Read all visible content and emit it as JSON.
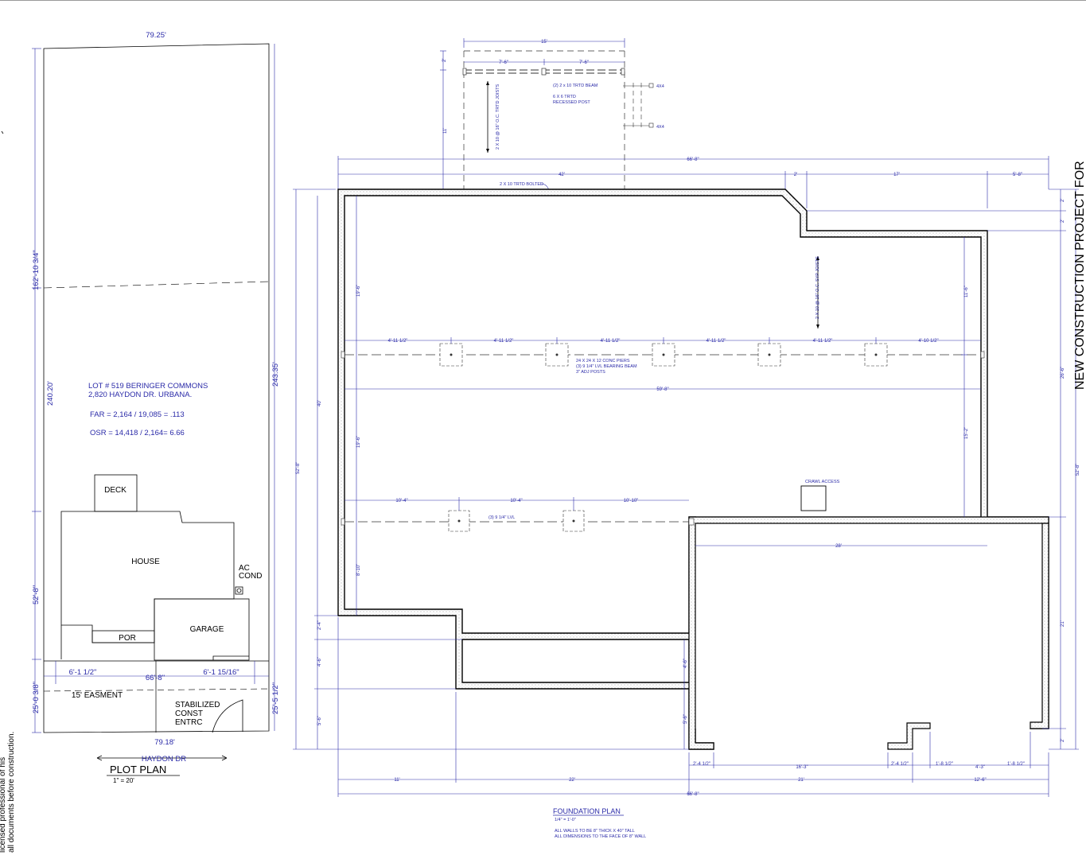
{
  "plot_plan": {
    "top_width": "79.25'",
    "left_depth": "162'-10 3/4\"",
    "left_setback": "240.20'",
    "right_depth": "243.35'",
    "house_depth": "52'-8\"",
    "front_setback_left": "25'-0 3/8\"",
    "front_setback_right": "25'-5 1/2\"",
    "side_left": "6'-1 1/2\"",
    "house_width": "66'-8\"",
    "side_right": "6'-1 15/16\"",
    "easement": "15' EASMENT",
    "bottom_width": "79.18'",
    "street": "HAYDON DR",
    "title": "PLOT PLAN",
    "scale": "1\" = 20'",
    "lot_line1": "LOT # 519 BERINGER COMMONS",
    "lot_line2": "2,820 HAYDON DR. URBANA.",
    "far": "FAR = 2,164 / 19,085 = .113",
    "osr": "OSR =   14,418 / 2,164= 6.66",
    "deck": "DECK",
    "house": "HOUSE",
    "ac1": "AC",
    "ac2": "COND",
    "garage": "GARAGE",
    "por": "POR",
    "stab1": "STABILIZED",
    "stab2": "CONST",
    "stab3": "ENTRC"
  },
  "foundation": {
    "deck_width": "15'",
    "deck_half_left": "7'-6\"",
    "deck_half_right": "7'-6\"",
    "deck_depth": "11'",
    "deck_offset": "2'",
    "beam_note": "(2) 2 x 10 TRTD BEAM",
    "post_note1": "6 X 6 TRTD",
    "post_note2": "RECESSED POST",
    "post_4x4_top": "4X4",
    "post_4x4_bot": "4X4",
    "joist_note_deck": "2 X 10 @ 16\" O.C. TRTD JOISTS",
    "bolted_note": "2 X 10 TRTD BOLTED",
    "overall_width": "66'-8\"",
    "dim_42": "42'",
    "dim_2": "2'",
    "dim_17": "17'",
    "dim_5_8": "5'-8\"",
    "joist_note_main": "2 X 10 @ 16\" O.C. SYP JOISTS",
    "pier_spacing": [
      "4'-11 1/2\"",
      "4'-11 1/2\"",
      "4'-11 1/2\"",
      "4'-11 1/2\"",
      "4'-11 1/2\"",
      "4'-10 1/2\""
    ],
    "pier_note1": "24 X 24 X 12 CONC PIERS",
    "pier_note2": "(3) 9 1/4\" LVL BEARING BEAM",
    "pier_note3": "3\" ADJ POSTS",
    "dim_59_8": "59'-8\"",
    "dim_19_6_top": "19'-6\"",
    "dim_19_6_mid": "19'-6\"",
    "dim_8_10": "8'-10\"",
    "dim_40": "40'",
    "dim_52_8_left": "52'-8\"",
    "dim_11_6": "11'-6\"",
    "dim_15_2": "15'-2\"",
    "dim_26_6": "26'-6\"",
    "dim_52_8_right": "52'-8\"",
    "dim_2a": "2'",
    "dim_2b": "2'",
    "dim_2c": "2'",
    "crawl": "CRAWL ACCESS",
    "lower_spacing": [
      "10'-4\"",
      "10'-4\"",
      "10'-10\""
    ],
    "lvl_note": "(3) 9 1/4\" LVL",
    "dim_28": "28'",
    "dim_21_right": "21'",
    "dim_2_4": "2'-4\"",
    "dim_4_6": "4'-6\"",
    "dim_4_6b": "4'-6\"",
    "dim_5_6": "5'-6\"",
    "dim_5_6b": "5'-6\"",
    "bottom_row1": [
      "2'-4 1/2\"",
      "16'-3\"",
      "2'-4 1/2\"",
      "1'-8 1/2\"",
      "4'-3\"",
      "1'-8 1/2\""
    ],
    "bottom_11": "11'",
    "bottom_22": "22'",
    "bottom_21": "21'",
    "bottom_12_6": "12'-6\"",
    "bottom_overall": "66'-8\"",
    "title": "FOUNDATION PLAN",
    "scale": "1/4\" = 1'-0\"",
    "note1": "ALL WALLS TO BE 8\" THICK X 40\" TALL",
    "note2": "ALL DIMENSIONS TO THE FACE OF 8\" WALL"
  },
  "side_text": {
    "project": "NEW CONSTRUCTION PROJECT FOR",
    "disclaimer1": "licensed professional of his",
    "disclaimer2": "all documents before construction."
  }
}
